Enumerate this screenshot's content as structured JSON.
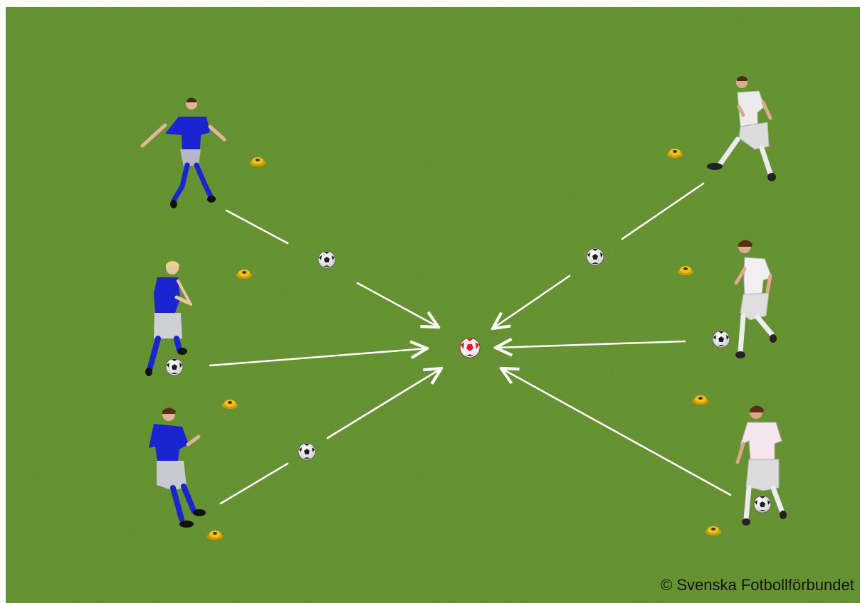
{
  "colors": {
    "pitch": "#6f9a38",
    "pitch_dark": "#5b8530",
    "blue_kit": "#1a1fcf",
    "white_kit": "#eceaea",
    "cone": "#f0b400",
    "arrow": "#ffffff",
    "center_ball": "#d91d2e"
  },
  "icons": {
    "blue_player": "player-figure-blue-kit",
    "white_player": "player-figure-white-kit",
    "ball": "soccer-ball",
    "center_ball": "red-white-soccer-ball",
    "cone": "training-cone",
    "arrow": "pass-direction-arrow"
  },
  "credit": "© Svenska Fotbollförbundet"
}
